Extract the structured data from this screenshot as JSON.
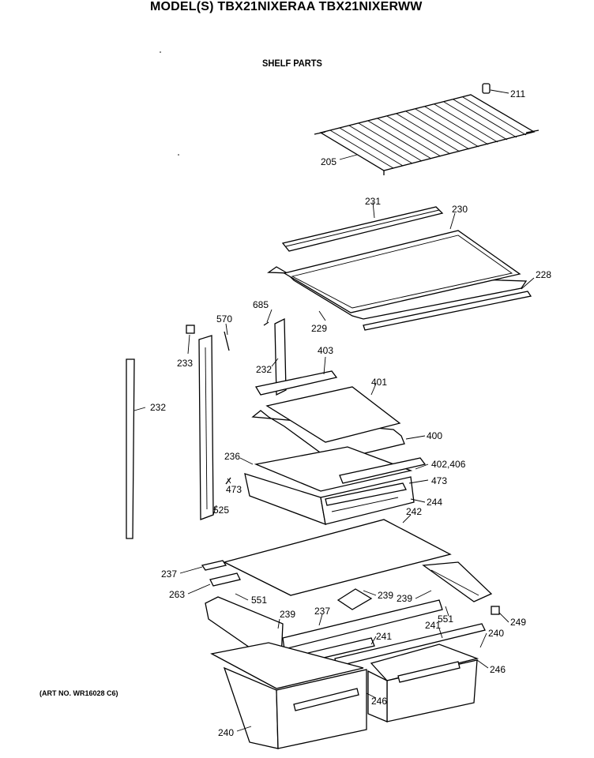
{
  "header": {
    "title": "MODEL(S) TBX21NIXERAA  TBX21NIXERWW",
    "subtitle": "SHELF PARTS"
  },
  "footer": {
    "art_no": "(ART NO. WR16028 C6)"
  },
  "callouts": {
    "c211": "211",
    "c205": "205",
    "c231": "231",
    "c230": "230",
    "c228": "228",
    "c229": "229",
    "c685": "685",
    "c570": "570",
    "c233": "233",
    "c232a": "232",
    "c232b": "232",
    "c403": "403",
    "c401": "401",
    "c400": "400",
    "c236": "236",
    "c402406": "402,406",
    "c473a": "473",
    "c473b": "473",
    "c525": "525",
    "c244": "244",
    "c242": "242",
    "c237a": "237",
    "c263": "263",
    "c551a": "551",
    "c239a": "239",
    "c239b": "239",
    "c239c": "239",
    "c237b": "237",
    "c551b": "551",
    "c249": "249",
    "c241a": "241",
    "c241b": "241",
    "c240a": "240",
    "c246a": "246",
    "c246b": "246",
    "c240b": "240"
  }
}
